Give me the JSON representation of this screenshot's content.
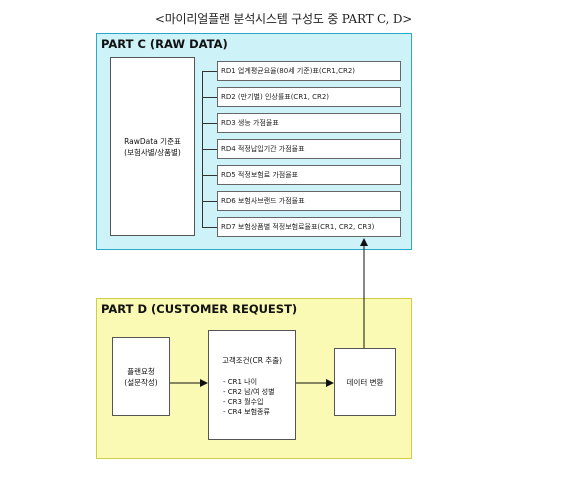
{
  "title": "<마이리얼플랜 분석시스템 구성도 중 PART C, D>",
  "part_c": {
    "title": "PART C (RAW DATA)",
    "rawdata_lines": [
      "RawData 기준표",
      "(보험사별/상품별)"
    ],
    "items": [
      "RD1 업계평균요율(80세 기준)표(CR1,CR2)",
      "RD2 (만기별) 인상률표(CR1, CR2)",
      "RD3 생능 가점율표",
      "RD4 적정납입기간 가점율표",
      "RD5 적정보험료 가점율표",
      "RD6 보험사브랜드 가점율표",
      "RD7 보험상품별 적정보험료율표(CR1, CR2, CR3)"
    ]
  },
  "part_d": {
    "title": "PART D (CUSTOMER REQUEST)",
    "plan_lines": [
      "플랜요청",
      "(설문작성)"
    ],
    "conditions_title": "고객조건(CR 추출)",
    "conditions": [
      "- CR1 나이",
      "- CR2 남/여 성별",
      "- CR3 월수입",
      "- CR4 보험종류"
    ],
    "convert_label": "데이터 변환"
  },
  "colors": {
    "part_c_fill": "#cdf2f8",
    "part_c_border": "#2aa8c9",
    "part_d_fill": "#fafab4",
    "part_d_border": "#cfcf45"
  }
}
